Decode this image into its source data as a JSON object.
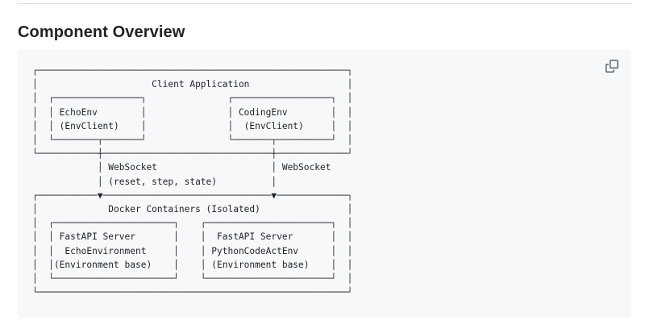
{
  "page": {
    "heading": "Component Overview"
  },
  "toolbar": {
    "copy_icon": "copy-icon",
    "copy_label": "Copy"
  },
  "diagram": {
    "description": "ASCII architecture diagram: Client Application (EchoEnv, CodingEnv as EnvClient) connecting over WebSocket (reset, step, state) to Docker Containers (Isolated) running FastAPI Servers (EchoEnvironment, PythonCodeActEnv on Environment base)",
    "lines": [
      "┌─────────────────────────────────────────────────────────┐",
      "│                     Client Application                  │",
      "│  ┌────────────────┐               ┌──────────────────┐  │",
      "│  │ EchoEnv        │               │ CodingEnv        │  │",
      "│  │ (EnvClient)    │               │  (EnvClient)     │  │",
      "│  └────────┬───────┘               └───────┬──────────┘  │",
      "└───────────┼───────────────────────────────┼─────────────┘",
      "            │ WebSocket                     │ WebSocket",
      "            │ (reset, step, state)          │",
      "┌───────────▼───────────────────────────────▼─────────────┐",
      "│             Docker Containers (Isolated)                │",
      "│  ┌──────────────────────┐    ┌───────────────────────┐  │",
      "│  │ FastAPI Server       │    │  FastAPI Server       │  │",
      "│  │  EchoEnvironment     │    │ PythonCodeActEnv      │  │",
      "│  │(Environment base)    │    │ (Environment base)    │  │",
      "│  └──────────────────────┘    └───────────────────────┘  │",
      "└─────────────────────────────────────────────────────────┘"
    ]
  },
  "colors": {
    "code_background": "#f6f8fa",
    "code_text": "#1f2328",
    "heading_text": "#1f2328",
    "divider": "#d8dee4",
    "copy_icon": "#59636e"
  }
}
